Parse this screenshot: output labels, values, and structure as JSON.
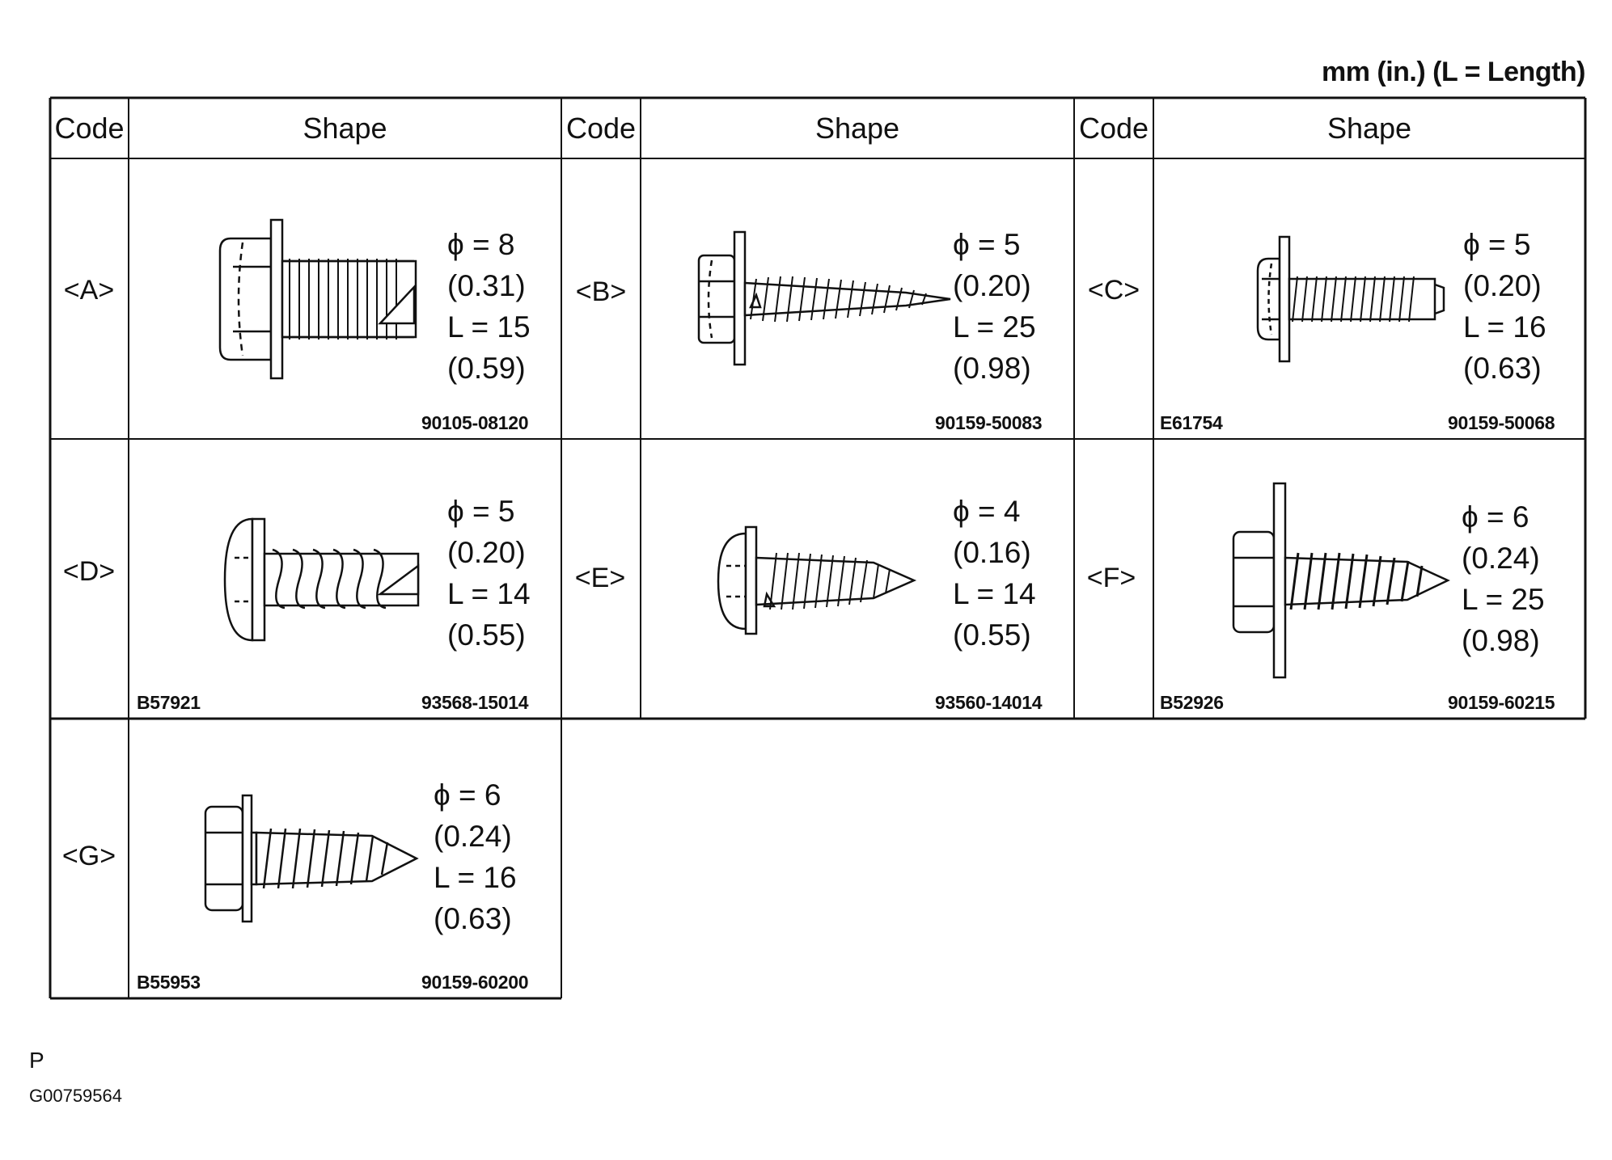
{
  "units_note": "mm (in.) (L = Length)",
  "headers": {
    "code": "Code",
    "shape": "Shape"
  },
  "cells": [
    {
      "code": "<A>",
      "dia": "ϕ = 8",
      "dia_in": "(0.31)",
      "len": "L = 15",
      "len_in": "(0.59)",
      "part_no": "90105-08120",
      "fig_id": "",
      "icon": "flange-hex-bolt-icon"
    },
    {
      "code": "<B>",
      "dia": "ϕ = 5",
      "dia_in": "(0.20)",
      "len": "L = 25",
      "len_in": "(0.98)",
      "part_no": "90159-50083",
      "fig_id": "",
      "icon": "hex-tapping-screw-icon"
    },
    {
      "code": "<C>",
      "dia": "ϕ = 5",
      "dia_in": "(0.20)",
      "len": "L = 16",
      "len_in": "(0.63)",
      "part_no": "90159-50068",
      "fig_id": "E61754",
      "icon": "hex-washer-screw-icon"
    },
    {
      "code": "<D>",
      "dia": "ϕ = 5",
      "dia_in": "(0.20)",
      "len": "L = 14",
      "len_in": "(0.55)",
      "part_no": "93568-15014",
      "fig_id": "B57921",
      "icon": "pan-head-coarse-screw-icon"
    },
    {
      "code": "<E>",
      "dia": "ϕ = 4",
      "dia_in": "(0.16)",
      "len": "L = 14",
      "len_in": "(0.55)",
      "part_no": "93560-14014",
      "fig_id": "",
      "icon": "pan-head-tapping-screw-icon"
    },
    {
      "code": "<F>",
      "dia": "ϕ = 6",
      "dia_in": "(0.24)",
      "len": "L = 25",
      "len_in": "(0.98)",
      "part_no": "90159-60215",
      "fig_id": "B52926",
      "icon": "hex-tapping-screw-large-washer-icon"
    },
    {
      "code": "<G>",
      "dia": "ϕ = 6",
      "dia_in": "(0.24)",
      "len": "L = 16",
      "len_in": "(0.63)",
      "part_no": "90159-60200",
      "fig_id": "B55953",
      "icon": "hex-tapping-screw-icon"
    }
  ],
  "footer": {
    "mark": "P",
    "figure_id": "G00759564"
  }
}
